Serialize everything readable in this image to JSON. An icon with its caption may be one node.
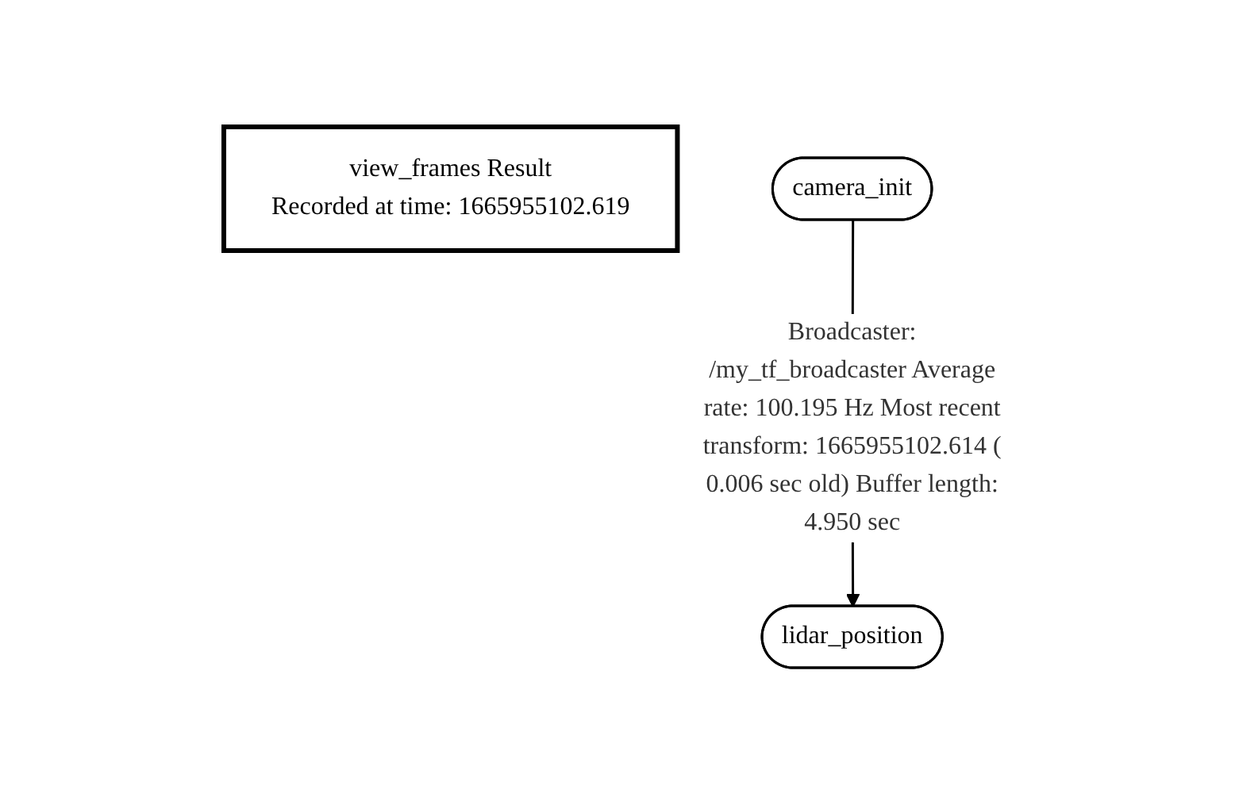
{
  "diagram": {
    "nodes": [
      {
        "text": [
          "view_frames Result",
          "Recorded at time: 1665955102.619"
        ]
      },
      {
        "text": [
          "camera_init"
        ]
      },
      {
        "text": [
          "lidar_position"
        ]
      }
    ],
    "edges": [
      {
        "from": 1,
        "to": 2,
        "arrow": "to",
        "label": "Broadcaster: /my_tf_broadcaster Average rate: 100.195 Hz Most recent transform: 1665955102.614 ( 0.006 sec old) Buffer length: 4.950 sec"
      }
    ]
  }
}
